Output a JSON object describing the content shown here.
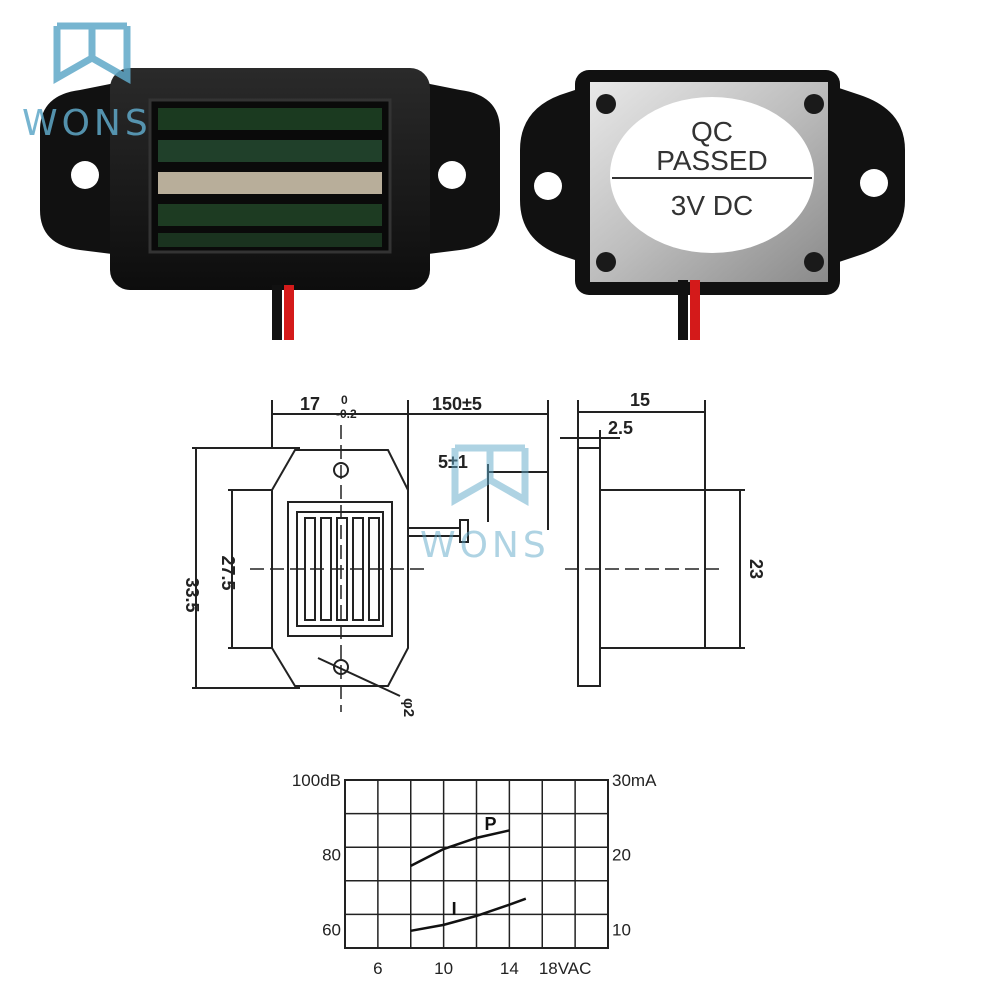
{
  "watermark": {
    "text": "WONS",
    "color": "#5fa8c8"
  },
  "photos": {
    "back_label": {
      "line1": "QC",
      "line2": "PASSED",
      "line3": "3V DC"
    }
  },
  "drawing": {
    "width_label": "17",
    "width_tol_upper": "0",
    "width_tol_lower": "-0.2",
    "lead_length": "150±5",
    "lead_strip": "5±1",
    "overall_height": "33.5",
    "body_height": "27.5",
    "hole_dia": "φ2",
    "depth": "15",
    "flange": "2.5",
    "side_height": "23"
  },
  "chart_data": {
    "type": "line",
    "x_ticks": [
      "6",
      "10",
      "14",
      "18VAC"
    ],
    "y_left_ticks": [
      "100dB",
      "80",
      "60"
    ],
    "y_right_ticks": [
      "30mA",
      "20",
      "10"
    ],
    "series": [
      {
        "name": "P",
        "x": [
          8,
          10,
          12,
          14
        ],
        "y": [
          77,
          81.5,
          84.5,
          86.5
        ],
        "axis": "left"
      },
      {
        "name": "I",
        "x": [
          8,
          10,
          12,
          14,
          15
        ],
        "y": [
          9.8,
          10.6,
          11.8,
          13.3,
          14.1
        ],
        "axis": "right"
      }
    ],
    "xlim": [
      4,
      20
    ],
    "ylim_left": [
      55,
      100
    ],
    "ylim_right": [
      7.5,
      30
    ],
    "grid": true
  }
}
